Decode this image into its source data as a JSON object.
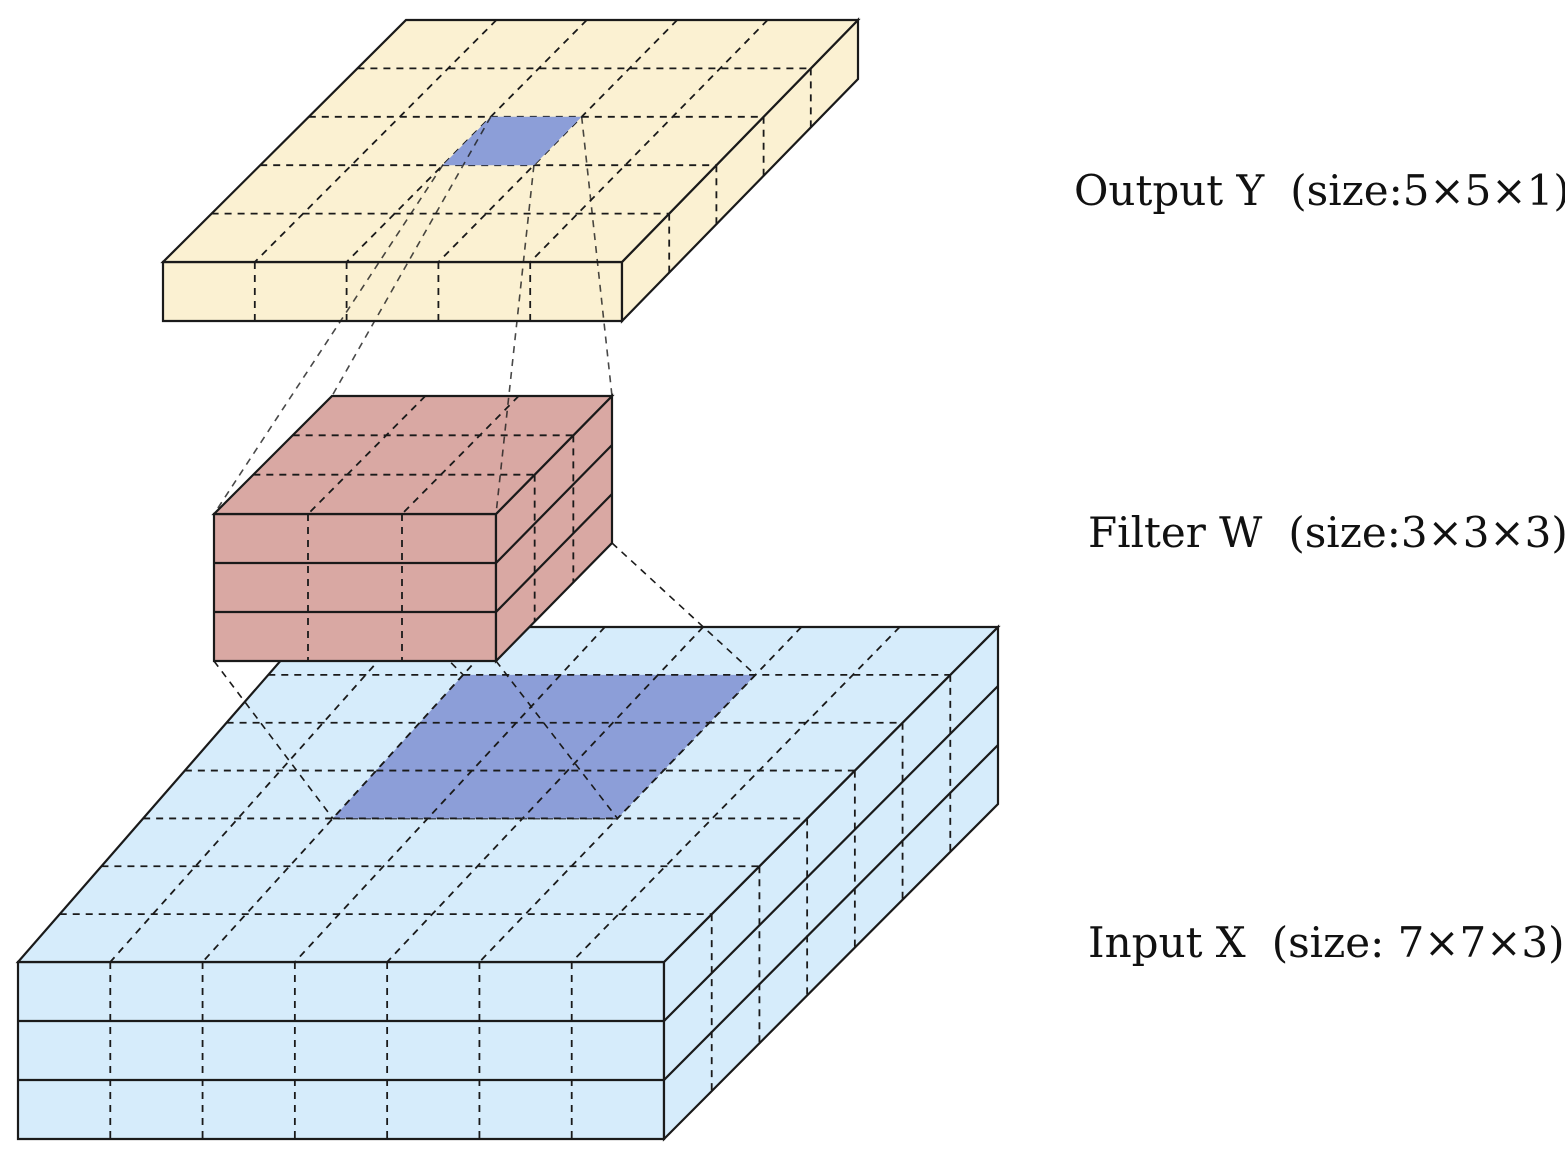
{
  "labels": {
    "output": {
      "name": "Output Y",
      "size": "(size:5×5×1)"
    },
    "filter": {
      "name": "Filter W",
      "size": "(size:3×3×3)"
    },
    "input": {
      "name": "Input X",
      "size": "(size: 7×7×3)"
    }
  },
  "structure": {
    "input": {
      "rows": 7,
      "cols": 7,
      "channels": 3
    },
    "filter": {
      "rows": 3,
      "cols": 3,
      "channels": 3
    },
    "output": {
      "rows": 5,
      "cols": 5,
      "channels": 1
    }
  },
  "highlight": {
    "input_receptive_field": {
      "row_start": 1,
      "row_end": 3,
      "col_start": 2,
      "col_end": 4
    },
    "output_cell": {
      "row": 2,
      "col": 2
    }
  },
  "colors": {
    "output_fill": "#FBF1D2",
    "filter_fill": "#D9A8A3",
    "input_fill": "#D6ECFB",
    "highlight": "#8C9ED8",
    "stroke": "#1a1a1a"
  }
}
